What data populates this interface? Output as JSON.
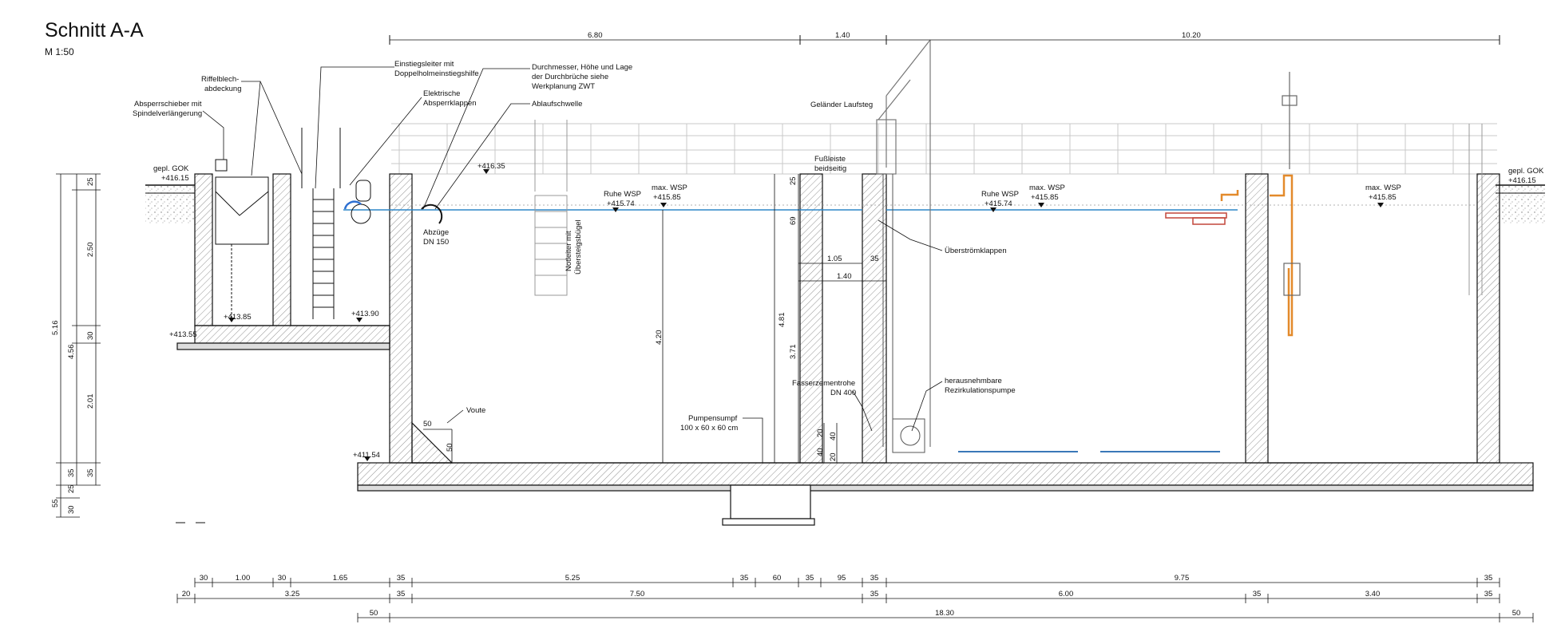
{
  "title": "Schnitt A-A",
  "scale": "M 1:50",
  "labels": {
    "riffelblech_1": "Riffelblech-",
    "riffelblech_2": "abdeckung",
    "absperrschieber_1": "Absperrschieber mit",
    "absperrschieber_2": "Spindelverlängerung",
    "einstiegsleiter_1": "Einstiegsleiter mit",
    "einstiegsleiter_2": "Doppelholmeinstiegshilfe",
    "elektrische_1": "Elektrische",
    "elektrische_2": "Absperrklappen",
    "durchmesser_1": "Durchmesser, Höhe und Lage",
    "durchmesser_2": "der Durchbrüche siehe",
    "durchmesser_3": "Werkplanung ZWT",
    "ablaufschwelle": "Ablaufschwelle",
    "gelaender": "Geländer  Laufsteg",
    "fussleiste_1": "Fußleiste",
    "fussleiste_2": "beidseitig",
    "gok_left_1": "gepl. GOK",
    "gok_left_2": "+416.15",
    "gok_right_1": "gepl. GOK",
    "gok_right_2": "+416.15",
    "level_41635": "+416.35",
    "ruhe_wsp_1_a": "Ruhe WSP",
    "ruhe_wsp_1_b": "+415.74",
    "max_wsp_1_a": "max. WSP",
    "max_wsp_1_b": "+415.85",
    "ruhe_wsp_2_a": "Ruhe WSP",
    "ruhe_wsp_2_b": "+415.74",
    "max_wsp_2_a": "max. WSP",
    "max_wsp_2_b": "+415.85",
    "max_wsp_3_a": "max. WSP",
    "max_wsp_3_b": "+415.85",
    "abzuege_1": "Abzüge",
    "abzuege_2": "DN 150",
    "notleiter": "Notleiter mit",
    "uebersteig": "Übersteigsbügel",
    "ueberstroem": "Überströmklappen",
    "level_41385": "+413.85",
    "level_41390": "+413.90",
    "level_41355": "+413.55",
    "level_41154": "+411.54",
    "voute": "Voute",
    "pumpensumpf_1": "Pumpensumpf",
    "pumpensumpf_2": "100 x 60 x 60 cm",
    "faserzement_1": "Fasserzementrohe",
    "faserzement_2": "DN 400",
    "rezirk_1": "herausnehmbare",
    "rezirk_2": "Rezirkulationspumpe"
  },
  "dims": {
    "top_1": "6.80",
    "top_2": "1.40",
    "top_3": "10.20",
    "left_a": "5.16",
    "left_b1": "4.56",
    "left_b2": "55",
    "left_c1": "25",
    "left_c2": "2.50",
    "left_c3": "30",
    "left_c4": "2.01",
    "left_c5": "35",
    "left_c6": "25",
    "left_c7": "30",
    "left_d1": "35",
    "inner_420": "4.20",
    "inner_481": "4.81",
    "inner_371": "3.71",
    "inner_25": "25",
    "inner_69": "69",
    "inner_105": "1.05",
    "inner_35": "35",
    "inner_140": "1.40",
    "voute_50a": "50",
    "voute_50b": "50",
    "small_20a": "20",
    "small_40a": "40",
    "small_40b": "40",
    "small_20b": "20",
    "row1": [
      "30",
      "1.00",
      "30",
      "1.65",
      "35",
      "5.25",
      "35",
      "60",
      "35",
      "95",
      "35",
      "9.75",
      "35"
    ],
    "row2": [
      "20",
      "3.25",
      "35",
      "7.50",
      "35",
      "6.00",
      "35",
      "3.40",
      "35"
    ],
    "row3": [
      "50",
      "18.30",
      "50"
    ]
  }
}
